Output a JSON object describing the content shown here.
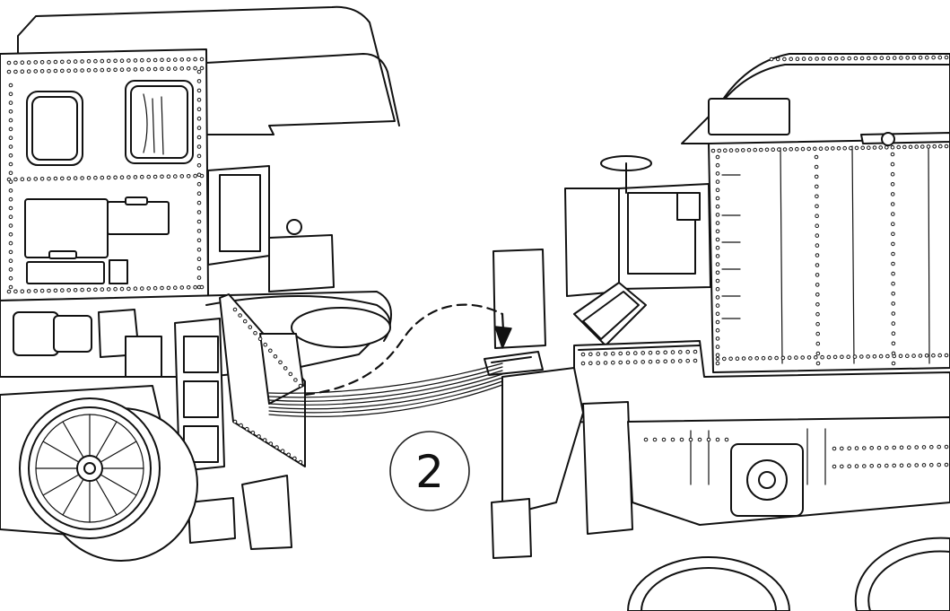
{
  "step": {
    "number": "2"
  },
  "colors": {
    "line": "#111111",
    "background": "#ffffff"
  },
  "parts": {
    "locomotive": "locomotive-cab",
    "tender": "tender",
    "connector": "coupling-cable-bundle"
  }
}
